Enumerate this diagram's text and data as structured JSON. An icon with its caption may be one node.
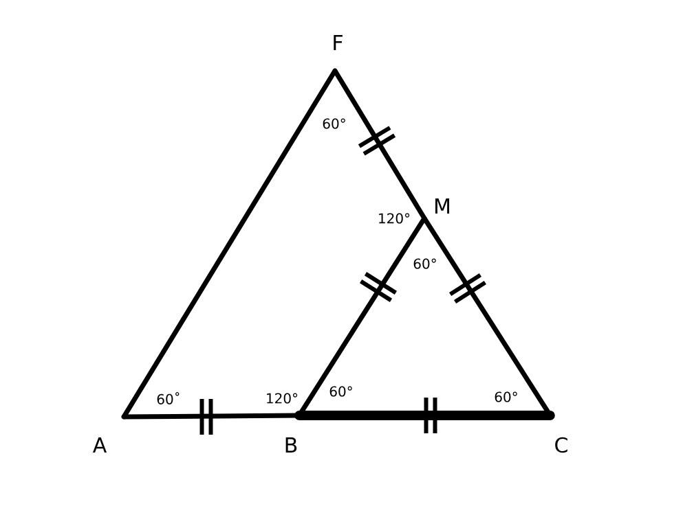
{
  "diagram": {
    "nodes": [
      {
        "text": [
          "A"
        ]
      },
      {
        "text": [
          "B"
        ]
      },
      {
        "text": [
          "C"
        ]
      },
      {
        "text": [
          "F"
        ]
      },
      {
        "text": [
          "M"
        ]
      }
    ],
    "edges": [
      {
        "from": 0,
        "to": 1,
        "arrow": "none"
      },
      {
        "from": 1,
        "to": 2,
        "arrow": "none",
        "style": "thick"
      },
      {
        "from": 0,
        "to": 3,
        "arrow": "none"
      },
      {
        "from": 3,
        "to": 4,
        "arrow": "none"
      },
      {
        "from": 4,
        "to": 2,
        "arrow": "none"
      },
      {
        "from": 1,
        "to": 4,
        "arrow": "none"
      }
    ],
    "labels": [
      "60°",
      "120°",
      "60°",
      "60˚",
      "120°",
      "60°",
      "60°"
    ]
  }
}
